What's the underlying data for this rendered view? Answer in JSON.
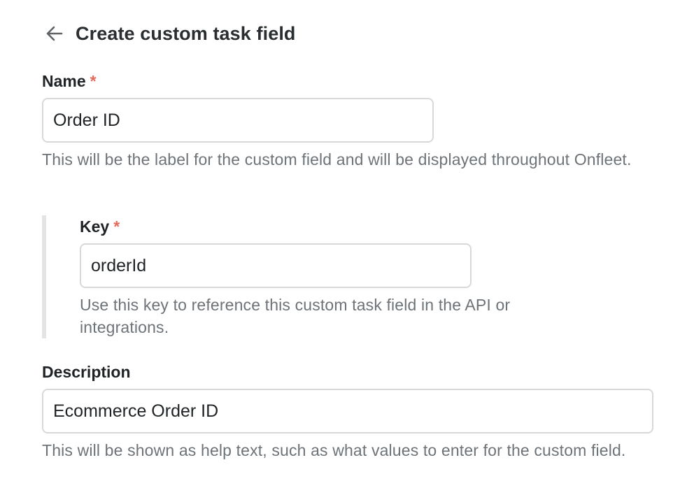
{
  "header": {
    "title": "Create custom task field"
  },
  "name_field": {
    "label": "Name",
    "required_mark": "*",
    "value": "Order ID",
    "help": "This will be the label for the custom field and will be displayed throughout Onfleet."
  },
  "key_field": {
    "label": "Key",
    "required_mark": "*",
    "value": "orderId",
    "help": "Use this key to reference this custom task field in the API or integrations."
  },
  "description_field": {
    "label": "Description",
    "value": "Ecommerce Order ID",
    "help": "This will be shown as help text, such as what values to enter for the custom field."
  },
  "colors": {
    "required": "#e46a5e",
    "input_border": "#d6d8da",
    "help_text": "#6e7378"
  }
}
